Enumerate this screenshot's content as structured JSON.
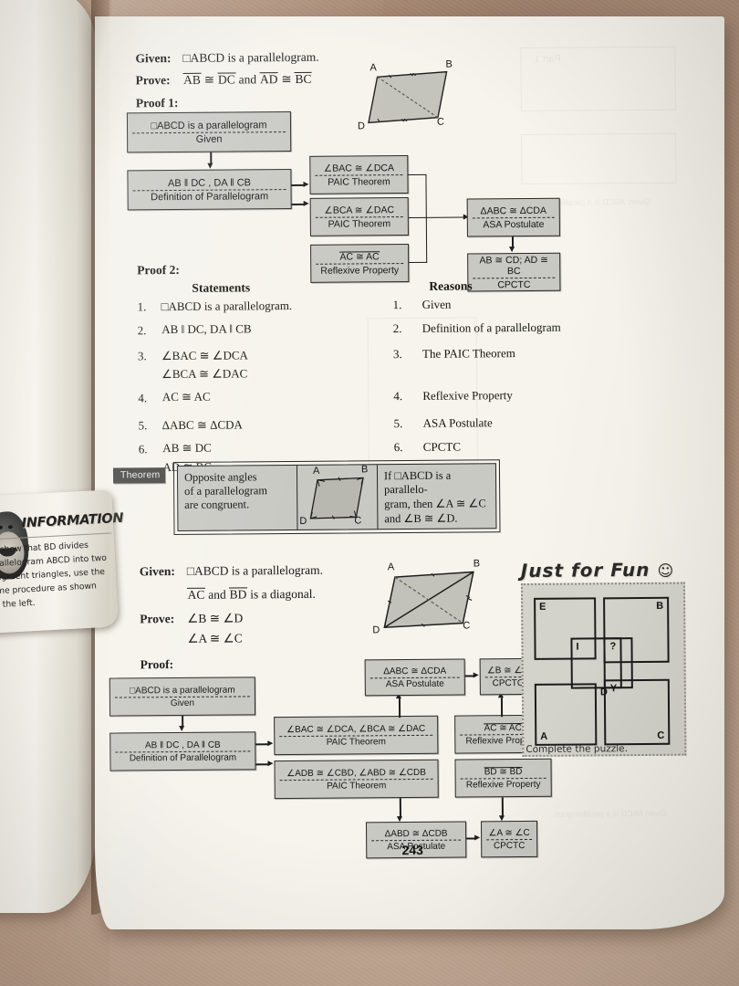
{
  "page": {
    "number": "243",
    "surface_color": "#b2947e",
    "paper_color": "#f4f2ea",
    "box_fill": "#c9c9c4"
  },
  "top_proof": {
    "given_label": "Given:",
    "given_text": "□ABCD is a parallelogram.",
    "prove_label": "Prove:",
    "prove_ab": "AB",
    "prove_cong1": "≅",
    "prove_dc": "DC",
    "prove_and": "and",
    "prove_ad": "AD",
    "prove_cong2": "≅",
    "prove_bc": "BC",
    "proof1_label": "Proof 1:",
    "diagram": {
      "vertices": [
        "A",
        "B",
        "C",
        "D"
      ],
      "diagonal": "AC"
    },
    "flow": [
      {
        "top": "□ABCD is a parallelogram",
        "bottom": "Given"
      },
      {
        "top": "AB ‖ DC ,  DA ‖ CB",
        "bottom": "Definition of Parallelogram"
      },
      {
        "top": "∠BAC ≅ ∠DCA",
        "bottom": "PAIC Theorem"
      },
      {
        "top": "∠BCA ≅ ∠DAC",
        "bottom": "PAIC Theorem"
      },
      {
        "top": "AC ≅ AC",
        "bottom": "Reflexive Property"
      },
      {
        "top": "ΔABC ≅ ΔCDA",
        "bottom": "ASA Postulate"
      },
      {
        "top": "AB ≅ CD; AD ≅ BC",
        "bottom": "CPCTC"
      }
    ]
  },
  "proof2": {
    "label": "Proof 2:",
    "col_statements": "Statements",
    "col_reasons": "Reasons",
    "rows": [
      {
        "n": "1.",
        "statement": "□ABCD is a parallelogram.",
        "statement2": "",
        "rn": "1.",
        "reason": "Given"
      },
      {
        "n": "2.",
        "statement": "AB ‖ DC, DA ‖ CB",
        "statement2": "",
        "rn": "2.",
        "reason": "Definition of a parallelogram"
      },
      {
        "n": "3.",
        "statement": "∠BAC ≅ ∠DCA",
        "statement2": "∠BCA ≅ ∠DAC",
        "rn": "3.",
        "reason": "The PAIC Theorem"
      },
      {
        "n": "4.",
        "statement": "AC ≅ AC",
        "statement2": "",
        "rn": "4.",
        "reason": "Reflexive Property"
      },
      {
        "n": "5.",
        "statement": "ΔABC ≅ ΔCDA",
        "statement2": "",
        "rn": "5.",
        "reason": "ASA Postulate"
      },
      {
        "n": "6.",
        "statement": "AB ≅ DC",
        "statement2": "AD ≅ BC",
        "rn": "6.",
        "reason": "CPCTC"
      }
    ]
  },
  "theorem": {
    "tag": "Theorem",
    "statement_line1": "Opposite angles",
    "statement_line2": "of a parallelogram",
    "statement_line3": "are congruent.",
    "conclusion_line1": "If □ABCD is a parallelo-",
    "conclusion_line2": "gram, then ∠A ≅ ∠C",
    "conclusion_line3": "and ∠B ≅ ∠D.",
    "diagram_vertices": [
      "A",
      "B",
      "C",
      "D"
    ]
  },
  "bottom_proof": {
    "given_label": "Given:",
    "given_line1": "□ABCD is a parallelogram.",
    "given_line2_ac": "AC",
    "given_line2_and": "and",
    "given_line2_bd": "BD",
    "given_line2_tail": "is a diagonal.",
    "prove_label": "Prove:",
    "prove_line1": "∠B ≅ ∠D",
    "prove_line2": "∠A ≅ ∠C",
    "proof_label": "Proof:",
    "diagram": {
      "vertices": [
        "A",
        "B",
        "C",
        "D"
      ],
      "diagonals": [
        "AC",
        "BD"
      ]
    },
    "flow": [
      {
        "top": "□ABCD is a parallelogram",
        "bottom": "Given"
      },
      {
        "top": "AB ‖ DC ,  DA ‖ CB",
        "bottom": "Definition of Parallelogram"
      },
      {
        "top": "∠BAC ≅ ∠DCA, ∠BCA ≅ ∠DAC",
        "bottom": "PAIC Theorem"
      },
      {
        "top": "∠ADB ≅ ∠CBD, ∠ABD ≅ ∠CDB",
        "bottom": "PAIC Theorem"
      },
      {
        "top": "AC ≅ AC",
        "bottom": "Reflexive Property"
      },
      {
        "top": "BD ≅ BD",
        "bottom": "Reflexive Property"
      },
      {
        "top": "ΔABC ≅ ΔCDA",
        "bottom": "ASA Postulate"
      },
      {
        "top": "∠B ≅ ∠D",
        "bottom": "CPCTC"
      },
      {
        "top": "ΔABD ≅ ΔCDB",
        "bottom": "ASA Postulate"
      },
      {
        "top": "∠A ≅ ∠C",
        "bottom": "CPCTC"
      }
    ]
  },
  "just_for_fun": {
    "title": "Just for Fun",
    "smiley": "☺",
    "caption": "Complete the puzzle.",
    "cells": [
      {
        "label": "E",
        "corner": "top-left"
      },
      {
        "label": "B",
        "corner": "top-right"
      },
      {
        "label": "I",
        "corner": "top-left"
      },
      {
        "label": "?",
        "corner": "top-left"
      },
      {
        "label": "D",
        "corner": "bottom-left"
      },
      {
        "label": "Y",
        "corner": "bottom-left"
      },
      {
        "label": "A",
        "corner": "bottom-left"
      },
      {
        "label": "C",
        "corner": "bottom-right"
      }
    ]
  },
  "information_note": {
    "title": "INFORMATION",
    "lines": [
      "To show that BD divides",
      "parallelogram ABCD into two",
      "congruent triangles, use the",
      "same procedure as shown",
      "on the left."
    ]
  }
}
